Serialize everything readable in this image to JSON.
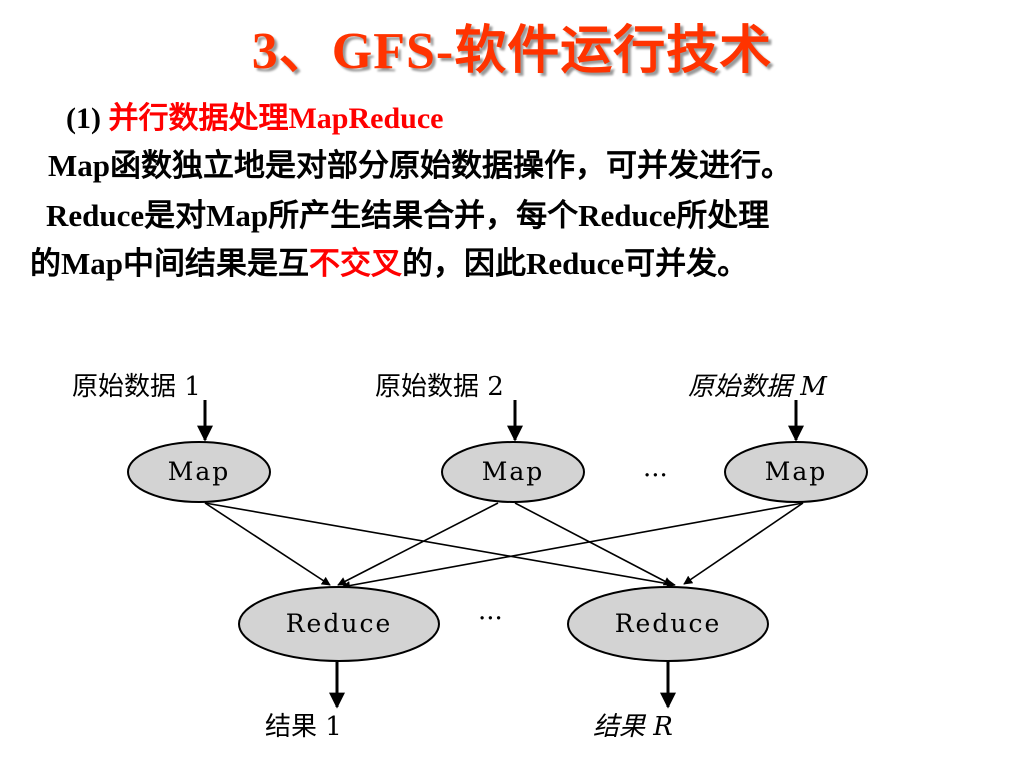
{
  "slide": {
    "title": "3、GFS-软件运行技术",
    "heading": {
      "prefix": "(1) ",
      "highlight": "并行数据处理MapReduce"
    },
    "para1": "Map函数独立地是对部分原始数据操作，可并发进行。",
    "para2": "Reduce是对Map所产生结果合并，每个Reduce所处理",
    "para3": {
      "before": "的Map中间结果是互",
      "highlight": "不交叉",
      "after": "的，因此Reduce可并发。"
    }
  },
  "diagram": {
    "inputs": [
      "原始数据 1",
      "原始数据 2",
      "原始数据 M"
    ],
    "map_nodes": [
      "Map",
      "Map",
      "Map"
    ],
    "map_ellipsis": "···",
    "reduce_nodes": [
      "Reduce",
      "Reduce"
    ],
    "reduce_ellipsis": "···",
    "outputs": [
      "结果 1",
      "结果 R"
    ]
  },
  "colors": {
    "title": "#ff3300",
    "highlight": "#ff0000",
    "node_fill": "#d3d3d3"
  }
}
